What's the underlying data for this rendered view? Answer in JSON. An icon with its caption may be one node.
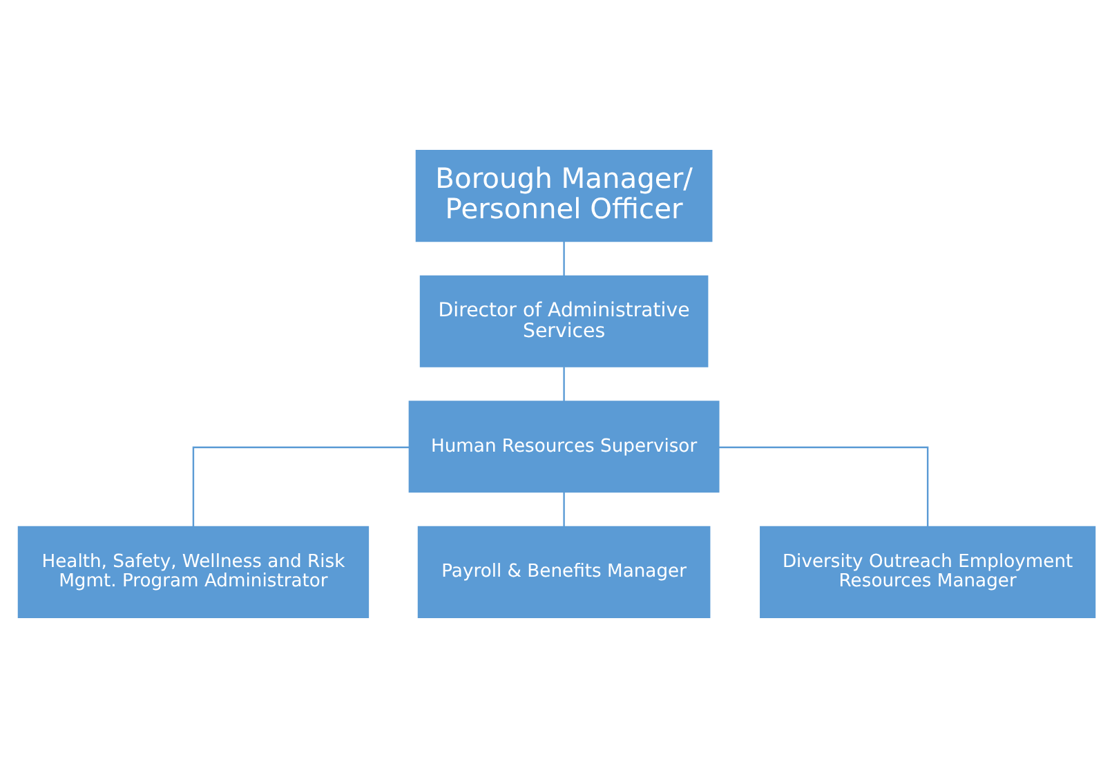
{
  "diagram": {
    "nodes": [
      {
        "text": [
          "Borough Manager/ Personnel Officer"
        ]
      },
      {
        "text": [
          "Director of Administrative Services"
        ]
      },
      {
        "text": [
          "Human Resources Supervisor"
        ]
      },
      {
        "text": [
          "Health, Safety, Wellness and Risk Mgmt. Program Administrator"
        ]
      },
      {
        "text": [
          "Payroll & Benefits Manager"
        ]
      },
      {
        "text": [
          "Diversity Outreach Employment Resources Manager"
        ]
      }
    ],
    "edges": [
      {
        "from": 0,
        "to": 1,
        "arrow": "none"
      },
      {
        "from": 1,
        "to": 2,
        "arrow": "none"
      },
      {
        "from": 2,
        "to": 3,
        "arrow": "none"
      },
      {
        "from": 2,
        "to": 4,
        "arrow": "none"
      },
      {
        "from": 2,
        "to": 5,
        "arrow": "none"
      }
    ]
  }
}
